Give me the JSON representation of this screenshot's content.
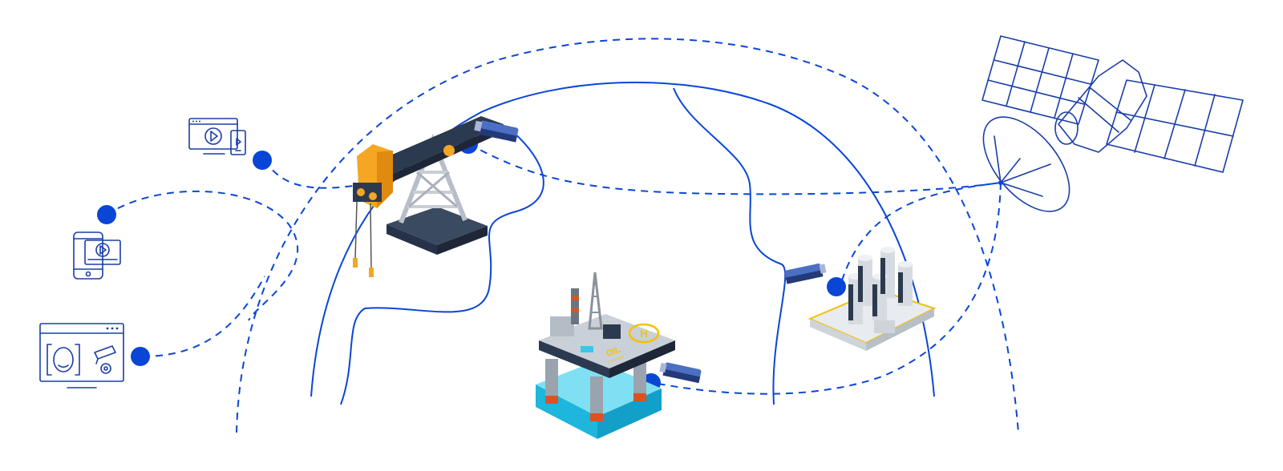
{
  "colors": {
    "accent": "#0a46d6",
    "icon_stroke": "#1a3ea8",
    "pumpjack_orange": "#f5a623",
    "pumpjack_dark": "#2c3a4f",
    "water": "#35c8e8",
    "platform_yellow": "#f3c200",
    "background": "#ffffff"
  },
  "platform": {
    "logo_text": "OIL",
    "logo_subtext": "PLATFORM",
    "helipad_letter": "H"
  },
  "icons": [
    "video-streaming-devices-icon",
    "mobile-video-icon",
    "face-recognition-browser-icon",
    "satellite-icon",
    "pumpjack-icon",
    "offshore-oil-platform-icon",
    "refinery-tanks-icon",
    "surveillance-camera-icon"
  ]
}
